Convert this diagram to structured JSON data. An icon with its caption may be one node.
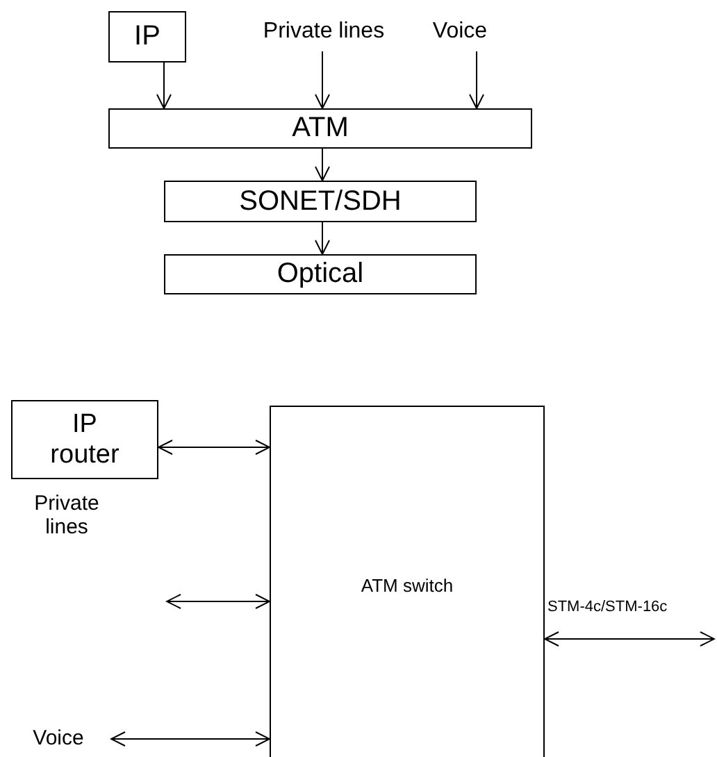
{
  "diagram": {
    "nodes": [
      {
        "text": [
          "IP"
        ]
      },
      {
        "text": [
          "Private lines"
        ]
      },
      {
        "text": [
          "Voice"
        ]
      },
      {
        "text": [
          "ATM"
        ]
      },
      {
        "text": [
          "SONET/SDH"
        ]
      },
      {
        "text": [
          "Optical"
        ]
      },
      {
        "text": [
          "IP router"
        ]
      },
      {
        "text": [
          "Private lines"
        ]
      },
      {
        "text": [
          "Voice"
        ]
      },
      {
        "text": [
          "ATM switch"
        ]
      }
    ],
    "edges": [
      {
        "from": 0,
        "to": 3,
        "arrow": "to"
      },
      {
        "from": 1,
        "to": 3,
        "arrow": "to"
      },
      {
        "from": 2,
        "to": 3,
        "arrow": "to"
      },
      {
        "from": 3,
        "to": 4,
        "arrow": "to"
      },
      {
        "from": 4,
        "to": 5,
        "arrow": "to"
      },
      {
        "from": 6,
        "to": 9,
        "arrow": "both"
      },
      {
        "from": 7,
        "to": 9,
        "arrow": "both"
      },
      {
        "from": 8,
        "to": 9,
        "arrow": "both"
      },
      {
        "from": 9,
        "to": null,
        "arrow": "both",
        "label": "STM-4c/STM-16c"
      }
    ]
  }
}
